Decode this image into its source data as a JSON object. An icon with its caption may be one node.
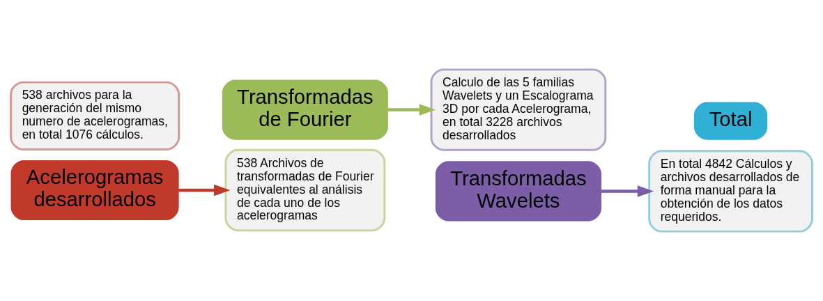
{
  "diagram": {
    "nodes": [
      {
        "text": [
          "538 archivos para la generación del mismo numero de acelerogramas, en total 1076 cálculos."
        ]
      },
      {
        "text": [
          "Acelerogramas desarrollados"
        ]
      },
      {
        "text": [
          "Transformadas de Fourier"
        ]
      },
      {
        "text": [
          "538 Archivos de transformadas de Fourier equivalentes al análisis de cada uno de los acelerogramas"
        ]
      },
      {
        "text": [
          "Calculo de las 5 familias Wavelets y un Escalograma 3D por cada Acelerograma, en total 3228 archivos desarrollados"
        ]
      },
      {
        "text": [
          "Transformadas Wavelets"
        ]
      },
      {
        "text": [
          "Total"
        ]
      },
      {
        "text": [
          "En total 4842 Cálculos y archivos desarrollados de forma manual para la obtención de los datos requeridos."
        ]
      }
    ],
    "edges": [
      {
        "from": 1,
        "to": 3,
        "arrow": "to",
        "color": "#c0392b"
      },
      {
        "from": 2,
        "to": 4,
        "arrow": "to",
        "color": "#9bbb59"
      },
      {
        "from": 5,
        "to": 7,
        "arrow": "to",
        "color": "#7b5ea7"
      }
    ]
  }
}
